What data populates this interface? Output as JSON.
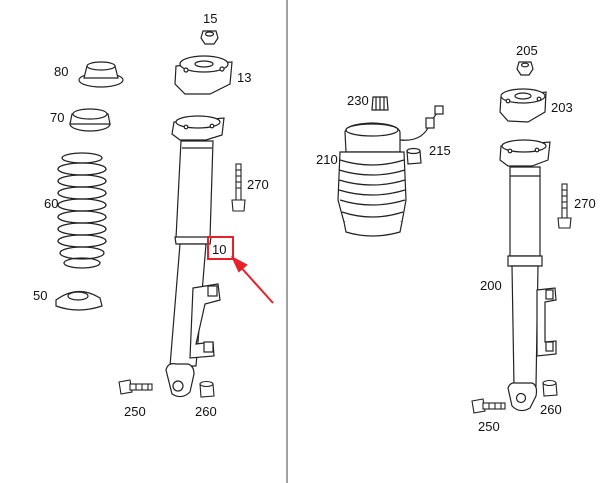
{
  "diagram": {
    "left_panel": {
      "labels": {
        "p15": "15",
        "p80": "80",
        "p13": "13",
        "p70": "70",
        "p60": "60",
        "p270": "270",
        "p10": "10",
        "p50": "50",
        "p250": "250",
        "p260": "260"
      },
      "highlight_color": "#e8202a"
    },
    "right_panel": {
      "labels": {
        "p205": "205",
        "p230": "230",
        "p203": "203",
        "p210": "210",
        "p215": "215",
        "p270": "270",
        "p200": "200",
        "p250": "250",
        "p260": "260"
      }
    }
  }
}
